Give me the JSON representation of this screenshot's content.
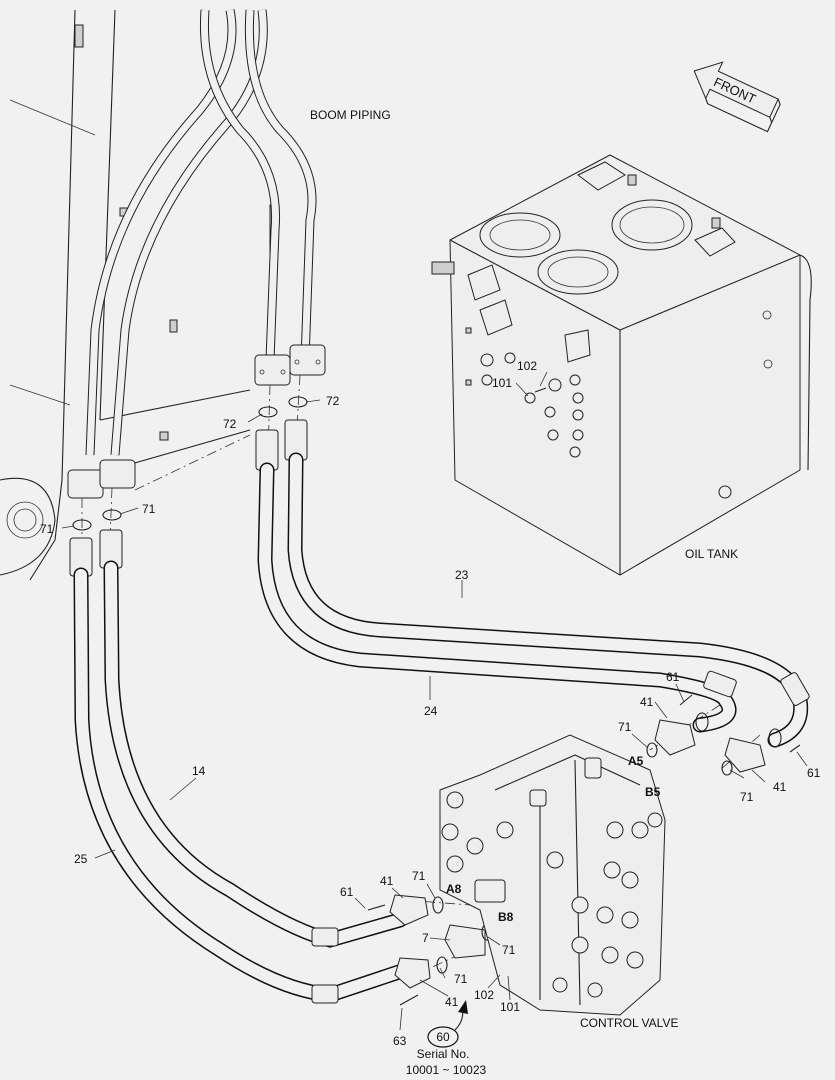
{
  "labels": {
    "boom_piping": "BOOM PIPING",
    "oil_tank": "OIL TANK",
    "control_valve": "CONTROL VALVE",
    "front": "FRONT",
    "serial_label": "Serial No.",
    "serial_range": "10001 ~  10023"
  },
  "callouts": {
    "c72a": "72",
    "c72b": "72",
    "c71a": "71",
    "c71b": "71",
    "c102a": "102",
    "c101a": "101",
    "c23": "23",
    "c24": "24",
    "c14": "14",
    "c25": "25",
    "c61a": "61",
    "c41a": "41",
    "c71c": "71",
    "c61b": "61",
    "c41b": "41",
    "c71d": "71",
    "c61c": "61",
    "c41c": "41",
    "c71e": "71",
    "c7": "7",
    "c71f": "71",
    "c71g": "71",
    "c41d": "41",
    "c63": "63",
    "c102b": "102",
    "c101b": "101",
    "c60": "60"
  },
  "ports": {
    "a5": "A5",
    "b5": "B5",
    "a8": "A8",
    "b8": "B8"
  }
}
